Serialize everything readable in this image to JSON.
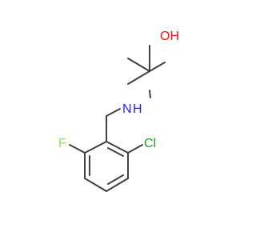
{
  "molecule": {
    "atoms": [
      {
        "id": "F",
        "label": "F",
        "color": "#90e050"
      },
      {
        "id": "Cl",
        "label": "Cl",
        "color": "#1fa01f"
      },
      {
        "id": "N",
        "label": "N",
        "color": "#2020ff"
      },
      {
        "id": "H",
        "label": "H",
        "color": "#2020ff"
      },
      {
        "id": "OH",
        "label": "OH",
        "color": "#ff0d0d"
      }
    ],
    "bond_color": "#404040"
  }
}
